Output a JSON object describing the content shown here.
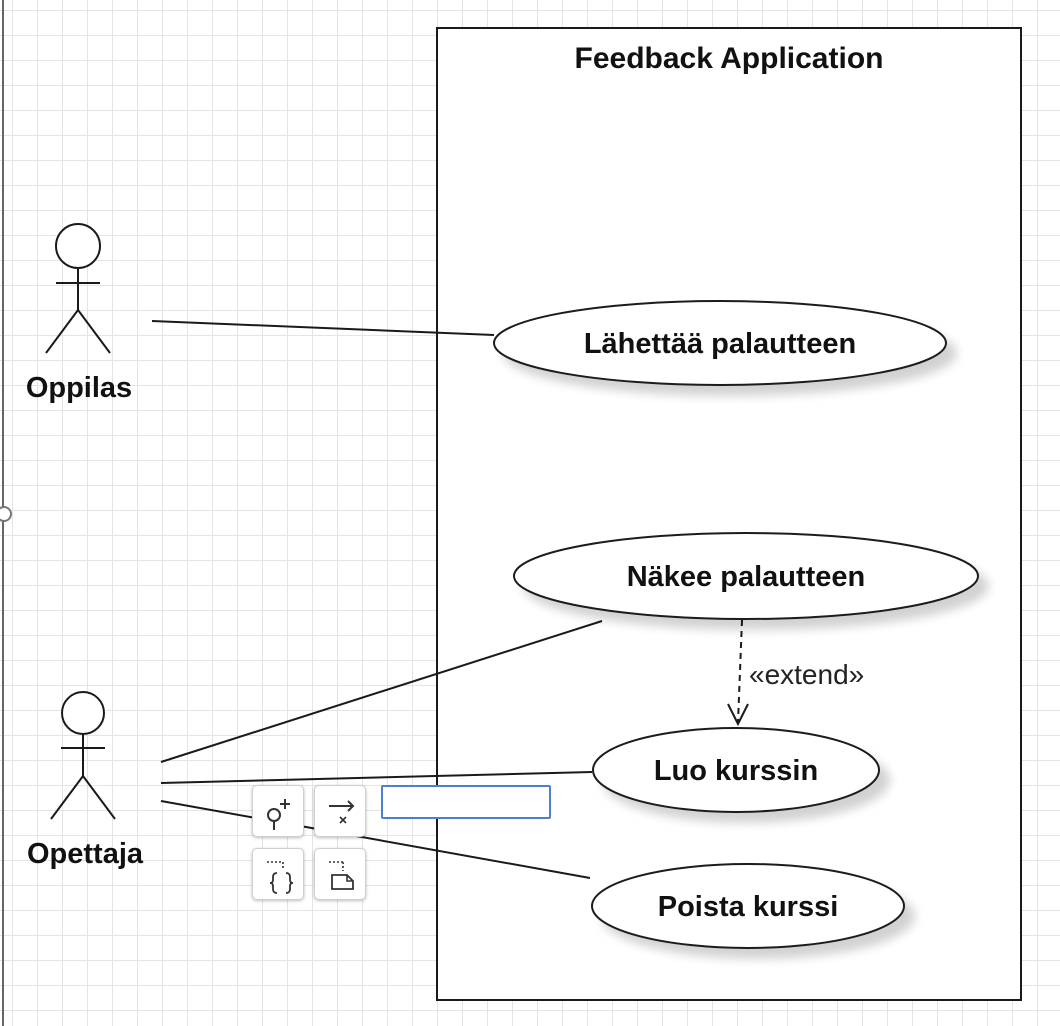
{
  "diagram": {
    "system_title": "Feedback Application",
    "actors": {
      "oppilas": "Oppilas",
      "opettaja": "Opettaja"
    },
    "use_cases": {
      "send_feedback": "Lähettää palautteen",
      "view_feedback": "Näkee palautteen",
      "create_course": "Luo kurssin",
      "delete_course": "Poista kurssi"
    },
    "stereotype": "«extend»"
  },
  "toolbar": {
    "icons": [
      "add-waypoint-icon",
      "connect-remove-icon",
      "insert-bracket-icon",
      "insert-note-icon"
    ],
    "label_input_value": ""
  }
}
